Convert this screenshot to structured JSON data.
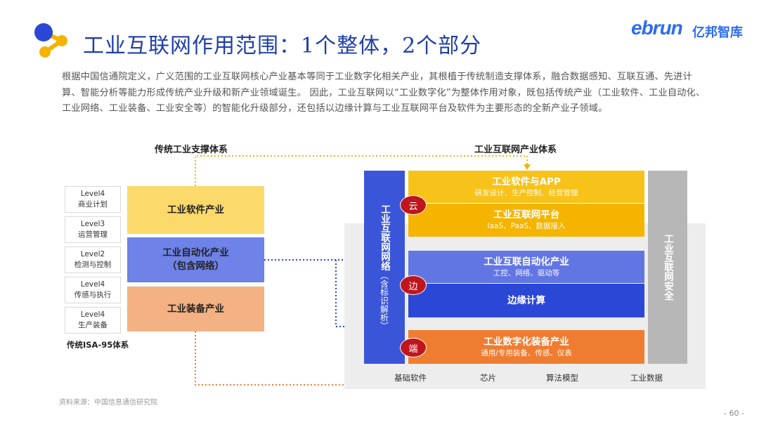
{
  "header": {
    "title": "工业互联网作用范围：1个整体，2个部分",
    "logo_en": "ebrun",
    "logo_cn": "亿邦智库"
  },
  "intro": "根据中国信通院定义，广义范围的工业互联网核心产业基本等同于工业数字化相关产业，其根植于传统制造支撑体系，融合数据感知、互联互通、先进计算、智能分析等能力形成传统产业升级和新产业领域诞生。 因此，工业互联网以“工业数字化”为整体作用对象，既包括传统产业（工业软件、工业自动化、工业网络、工业装备、工业安全等）的智能化升级部分，还包括以边缘计算与工业互联网平台及软件为主要形态的全新产业子领域。",
  "left": {
    "section_title": "传统工业支撑体系",
    "levels": [
      {
        "name": "Level4",
        "desc": "商业计划"
      },
      {
        "name": "Level3",
        "desc": "运营管理"
      },
      {
        "name": "Level2",
        "desc": "检测与控制"
      },
      {
        "name": "Level4",
        "desc": "传感与执行"
      },
      {
        "name": "Level4",
        "desc": "生产装备"
      }
    ],
    "isa_label": "传统ISA-95体系",
    "blocks": [
      {
        "label": "工业软件产业",
        "sub": "",
        "color": "#fbd96b"
      },
      {
        "label": "工业自动化产业",
        "sub": "（包含网络）",
        "color": "#6e82e8"
      },
      {
        "label": "工业装备产业",
        "sub": "",
        "color": "#f4b183"
      }
    ]
  },
  "right": {
    "section_title": "工业互联网产业体系",
    "network_bar": {
      "main": "工业互联网网络",
      "sub": "（含标识解析）"
    },
    "security_bar": "工业互联网安全",
    "blocks": [
      {
        "title": "工业软件与APP",
        "sub": "研发设计、生产控制、经营管理",
        "color": "#f7c21a"
      },
      {
        "title": "工业互联网平台",
        "sub": "IaaS、PaaS、数据接入",
        "color": "#f5b400"
      },
      {
        "title": "工业互联自动化产业",
        "sub": "工控、网络、驱动等",
        "color": "#6276e3"
      },
      {
        "title": "边缘计算",
        "sub": "",
        "color": "#2b47d6"
      },
      {
        "title": "工业数字化装备产业",
        "sub": "通用/专用装备、传感、仪表",
        "color": "#ef7d31"
      }
    ],
    "badges": [
      "云",
      "边",
      "端"
    ],
    "bottom_labels": [
      "基础软件",
      "芯片",
      "算法模型",
      "工业数据"
    ]
  },
  "colors": {
    "arrow_yellow": "#f5b400",
    "arrow_blue": "#2b47d6",
    "arrow_orange": "#ef7d31",
    "title_blue": "#1f3fa8"
  },
  "footer": {
    "source": "资料来源：中国信息通信研究院",
    "page": "- 60 -"
  }
}
